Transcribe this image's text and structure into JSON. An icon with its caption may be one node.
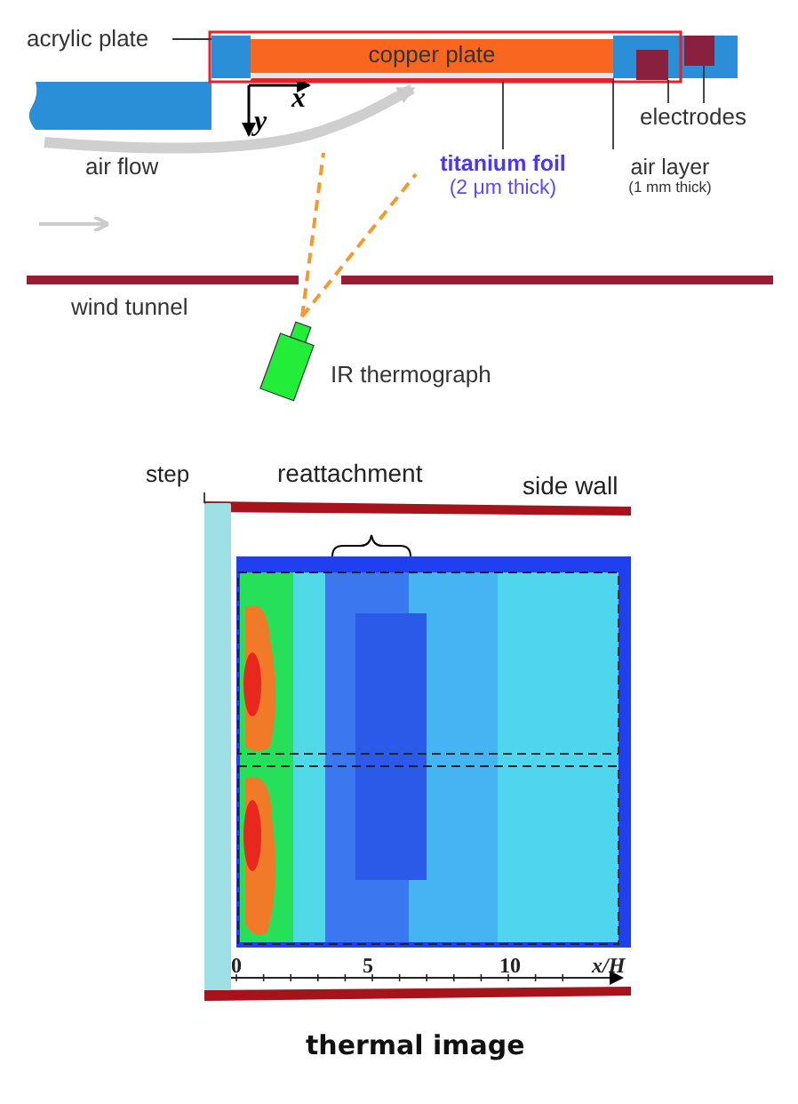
{
  "diagram": {
    "caption": "thermal image",
    "nodes": [
      {
        "text": [
          "acrylic plate"
        ]
      },
      {
        "text": [],
        "shape": "box"
      },
      {
        "text": [
          "copper plate"
        ]
      },
      {
        "text": [
          "titanium foil",
          "(2 μm thick)"
        ]
      },
      {
        "text": [],
        "shape": "bar"
      },
      {
        "text": [
          "air layer",
          "(1 mm thick)"
        ]
      },
      {
        "text": [],
        "shape": "bar"
      },
      {
        "text": [
          "electrodes"
        ]
      },
      {
        "text": [],
        "shape": "box"
      },
      {
        "text": [],
        "shape": "box"
      },
      {
        "text": [
          "step"
        ]
      },
      {
        "text": [],
        "shape": "bar"
      }
    ],
    "edges": [
      {
        "from": 0,
        "to": 1,
        "arrow": "none"
      },
      {
        "from": 3,
        "to": 4,
        "arrow": "none"
      },
      {
        "from": 5,
        "to": 6,
        "arrow": "none"
      },
      {
        "from": 7,
        "to": 8,
        "arrow": "none"
      },
      {
        "from": 7,
        "to": 9,
        "arrow": "none"
      },
      {
        "from": 10,
        "to": 11,
        "arrow": "none"
      }
    ],
    "labels": [
      "x",
      "y",
      "air flow",
      "wind tunnel",
      "IR thermograph",
      "reattachment",
      "side wall",
      "0",
      "5",
      "10",
      "x/H"
    ]
  }
}
